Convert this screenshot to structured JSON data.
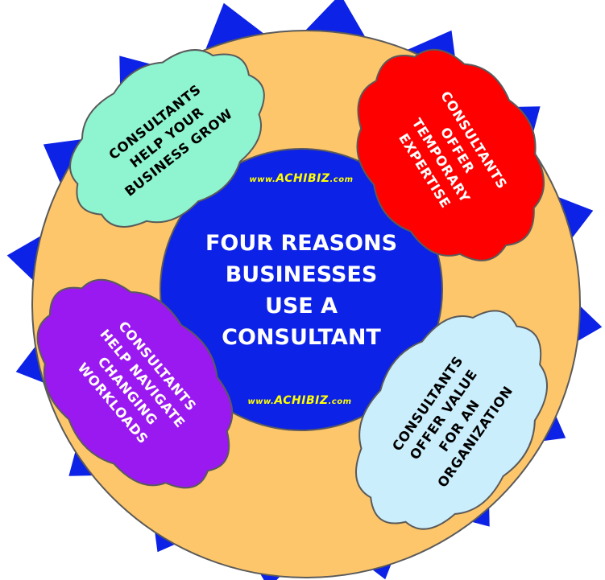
{
  "center": {
    "title_lines": [
      "FOUR REASONS",
      "BUSINESSES",
      "USE A",
      "CONSULTANT"
    ]
  },
  "watermark_top": {
    "prefix": "www.",
    "brand": "ACHIBIZ",
    "suffix": ".com"
  },
  "watermark_bottom": {
    "prefix": "www.",
    "brand": "ACHIBIZ",
    "suffix": ".com"
  },
  "clouds": [
    {
      "id": "grow",
      "fill": "#8ef5d0",
      "text_color": "#000000",
      "lines": [
        "CONSULTANTS",
        "HELP YOUR",
        "BUSINESS GROW"
      ]
    },
    {
      "id": "expertise",
      "fill": "#ff0000",
      "text_color": "#ffffff",
      "lines": [
        "CONSULTANTS",
        "OFFER",
        "TEMPORARY",
        "EXPERTISE"
      ]
    },
    {
      "id": "workloads",
      "fill": "#9a19f0",
      "text_color": "#ffffff",
      "lines": [
        "CONSULTANTS",
        "HELP NAVIGATE",
        "CHANGING",
        "WORKLOADS"
      ]
    },
    {
      "id": "value",
      "fill": "#cbeefc",
      "text_color": "#000000",
      "lines": [
        "CONSULTANTS",
        "OFFER VALUE",
        "FOR AN",
        "ORGANIZATION"
      ]
    }
  ],
  "colors": {
    "star": "#0c22e6",
    "ring": "#fec66a",
    "center": "#0c22e6",
    "outline": "#5a5a5a"
  }
}
